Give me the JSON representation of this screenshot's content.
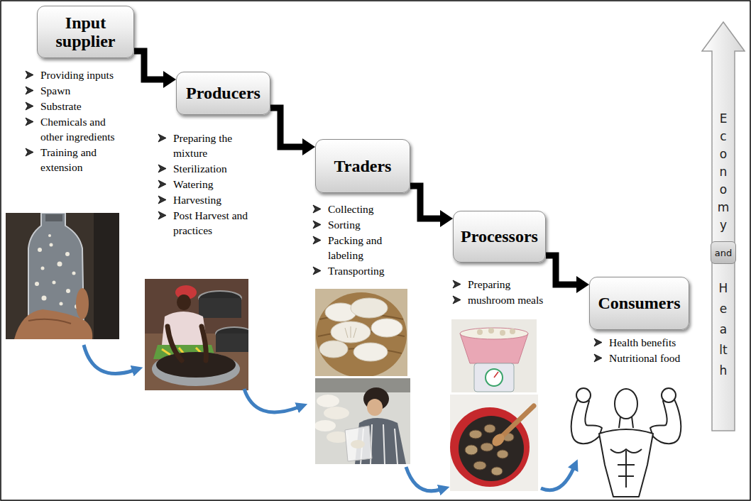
{
  "diagram": {
    "nodes": [
      {
        "text": [
          "Input supplier"
        ]
      },
      {
        "text": [
          "Producers"
        ]
      },
      {
        "text": [
          "Traders"
        ]
      },
      {
        "text": [
          "Processors"
        ]
      },
      {
        "text": [
          "Consumers"
        ]
      },
      {
        "text": [
          "Economy",
          "Health"
        ]
      },
      {
        "text": [
          "and"
        ],
        "in": 5
      }
    ],
    "edges": [
      {
        "from": 0,
        "to": 1,
        "arrow": "to"
      },
      {
        "from": 1,
        "to": 2,
        "arrow": "to"
      },
      {
        "from": 2,
        "to": 3,
        "arrow": "to"
      },
      {
        "from": 3,
        "to": 4,
        "arrow": "to"
      }
    ],
    "labels": [
      "Providing inputs",
      "Spawn",
      "Substrate",
      "Chemicals and other ingredients",
      "Training and extension",
      "Preparing the mixture",
      "Sterilization",
      "Watering",
      "Harvesting",
      "Post Harvest and practices",
      "Collecting",
      "Sorting",
      "Packing and labeling",
      "Transporting",
      "Preparing",
      "mushroom meals",
      "Health benefits",
      "Nutritional food"
    ]
  }
}
